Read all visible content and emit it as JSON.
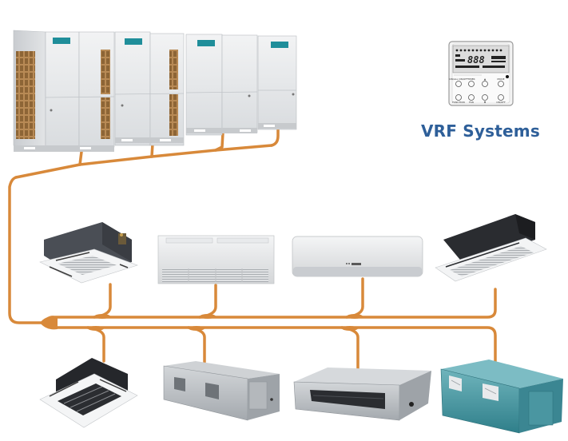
{
  "title": "VRF Systems",
  "colors": {
    "pipe": "#d8893a",
    "title": "#2e5f99",
    "outdoor_panel": "#e4e6e8",
    "outdoor_badge": "#1f8e9a",
    "duct_teal": "#3d8f9a"
  },
  "controller": {
    "name": "wired-controller",
    "display_digits": "888",
    "buttons_top": [
      "ON/ALL ON/OFF",
      "TIMER",
      "▲",
      "MODE"
    ],
    "buttons_bottom": [
      "FUNCTION",
      "FAN",
      "▼",
      "ON/OFF"
    ]
  },
  "outdoor_units": [
    {
      "name": "outdoor-unit-1",
      "modules": 2
    },
    {
      "name": "outdoor-unit-2",
      "modules": 2
    },
    {
      "name": "outdoor-unit-3",
      "modules": 2
    },
    {
      "name": "outdoor-unit-4",
      "modules": 1
    }
  ],
  "indoor_units": [
    {
      "name": "four-way-cassette-top",
      "type": "cassette"
    },
    {
      "name": "ceiling-floor-unit",
      "type": "ceiling-floor"
    },
    {
      "name": "wall-mounted-split",
      "type": "wall-split"
    },
    {
      "name": "one-way-cassette",
      "type": "one-way-cassette"
    },
    {
      "name": "compact-four-way-cassette",
      "type": "cassette"
    },
    {
      "name": "high-static-duct-unit",
      "type": "duct"
    },
    {
      "name": "slim-duct-unit",
      "type": "slim-duct"
    },
    {
      "name": "teal-duct-unit",
      "type": "duct-teal"
    }
  ]
}
